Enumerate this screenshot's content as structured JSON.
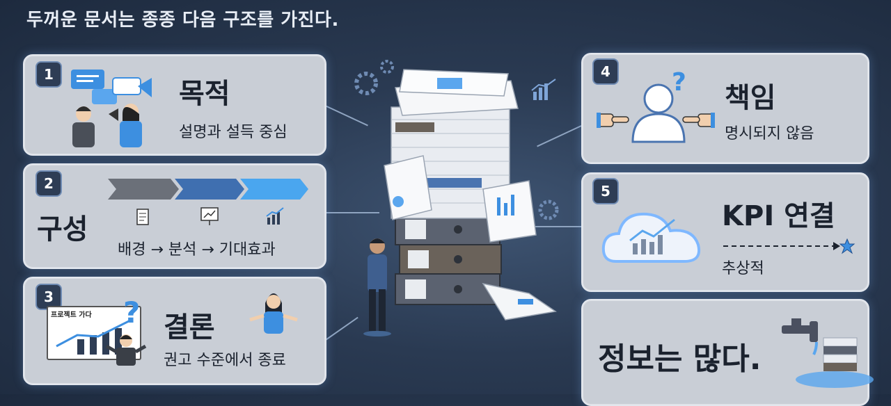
{
  "headline": "두꺼운 문서는 종종 다음 구조를 가진다.",
  "cards": [
    {
      "number": "1",
      "title": "목적",
      "subtitle": "설명과 설득 중심"
    },
    {
      "number": "2",
      "title": "구성",
      "subtitle": "배경 → 분석 → 기대효과"
    },
    {
      "number": "3",
      "title": "결론",
      "subtitle": "권고 수준에서 종료",
      "chart_label": "프로젝트 가다"
    },
    {
      "number": "4",
      "title": "책임",
      "subtitle": "명시되지 않음"
    },
    {
      "number": "5",
      "title": "KPI 연결",
      "subtitle": "추상적"
    }
  ],
  "bottom_card": {
    "text": "정보는 많다."
  },
  "colors": {
    "background": "#2a3a52",
    "card": "#c9ced6",
    "badge": "#2e3d55",
    "accent_blue": "#3d8fe0",
    "glow": "#7fb8ff"
  }
}
